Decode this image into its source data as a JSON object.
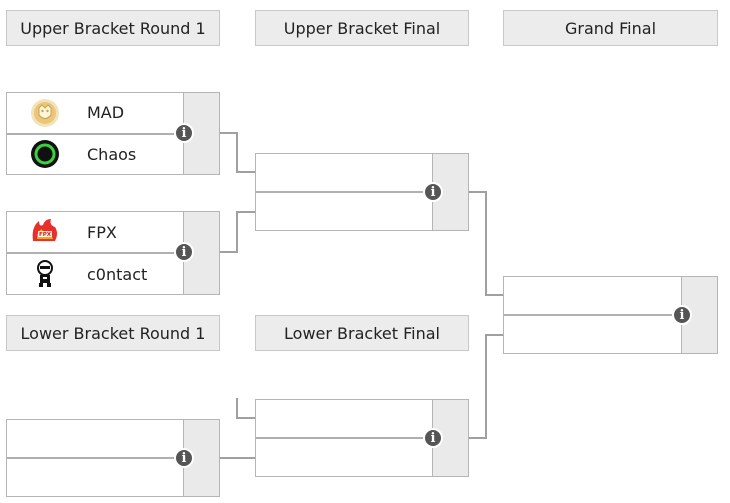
{
  "headers": {
    "ub_r1": "Upper Bracket Round 1",
    "ub_final": "Upper Bracket Final",
    "grand_final": "Grand Final",
    "lb_r1": "Lower Bracket Round 1",
    "lb_final": "Lower Bracket Final"
  },
  "matches": {
    "ub_r1_m1": {
      "team1": "MAD",
      "team1_logo": "mad-lions-icon",
      "team2": "Chaos",
      "team2_logo": "chaos-icon"
    },
    "ub_r1_m2": {
      "team1": "FPX",
      "team1_logo": "fpx-icon",
      "team2": "c0ntact",
      "team2_logo": "c0ntact-icon"
    },
    "ub_final": {
      "team1": "",
      "team2": ""
    },
    "grand_final": {
      "team1": "",
      "team2": ""
    },
    "lb_r1": {
      "team1": "",
      "team2": ""
    },
    "lb_final": {
      "team1": "",
      "team2": ""
    }
  },
  "info_icon_glyph": "i",
  "colors": {
    "header_bg": "#ececec",
    "border": "#b5b5b5",
    "score_bg": "#eaeaea",
    "connector": "#a0a0a0",
    "info_bg": "#555555"
  }
}
